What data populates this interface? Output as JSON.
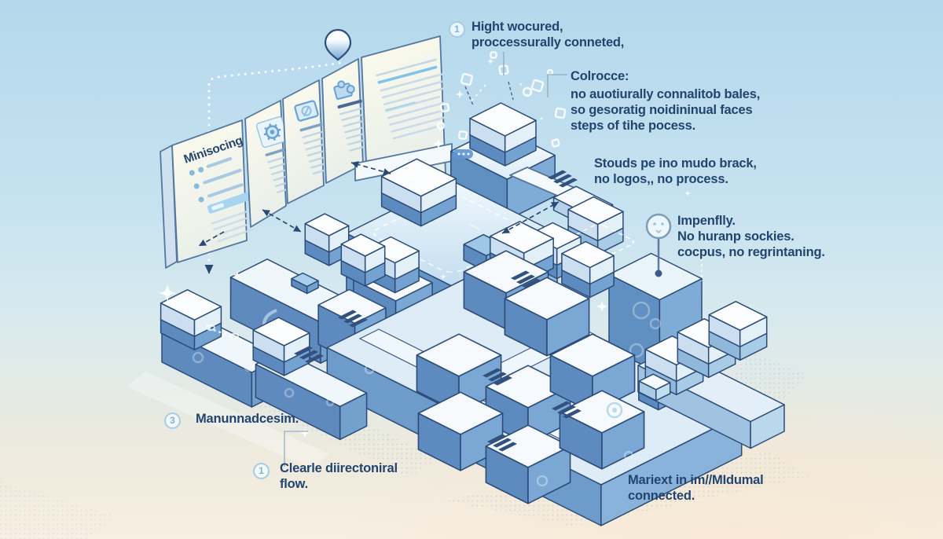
{
  "panel": {
    "title": "Minisocing"
  },
  "annotations": {
    "note1": {
      "badge": "1",
      "lines": [
        "Hight wocured,",
        "proccessurally conneted,"
      ]
    },
    "note2": {
      "title": "Colrocce:",
      "lines": [
        "no auotiurally connalitob bales,",
        "so gesoratig noidininual faces",
        "steps of tihe pocess."
      ]
    },
    "note3": {
      "lines": [
        "Stouds pe ino mudo brack,",
        "no logos,, no process."
      ]
    },
    "note4": {
      "lines": [
        "Impenflly.",
        "No huranp sockies.",
        "cocpus, no regrintaning."
      ]
    },
    "note5": {
      "badge": "3",
      "lines": [
        "Manunnadcesim."
      ]
    },
    "note6": {
      "badge": "1",
      "lines": [
        "Clearle diirectoniral",
        "flow."
      ]
    },
    "note7": {
      "lines": [
        "Mariext in im//MIdumal",
        "connected."
      ]
    }
  },
  "icons": {
    "teardrop-pin-icon": "drop marker above the panel cards",
    "gear-icon": "settings gear on second card",
    "chat-icon": "chat window on third card",
    "puzzle-icon": "puzzle piece on fourth card",
    "location-pin-icon": "balloon pin standing on the right wall",
    "number-badge-icon": "circled step number",
    "sparkle-icon": "four point star",
    "chat-pill-icon": "small speech pill with dots",
    "chevron-ramp-icon": "dark stacked ramp slats"
  },
  "colors": {
    "bg_top": "#b4d8ec",
    "bg_bottom": "#f7efe2",
    "block_left": "#5d8bbf",
    "block_right": "#7aa7d3",
    "block_top": "#eef6fc",
    "platform_top": "#ddecf7",
    "outline": "#2c4b78",
    "card": "#f9f7ea",
    "accent": "#7fc2ec",
    "text": "#21456f",
    "badge": "#85b8dc"
  }
}
